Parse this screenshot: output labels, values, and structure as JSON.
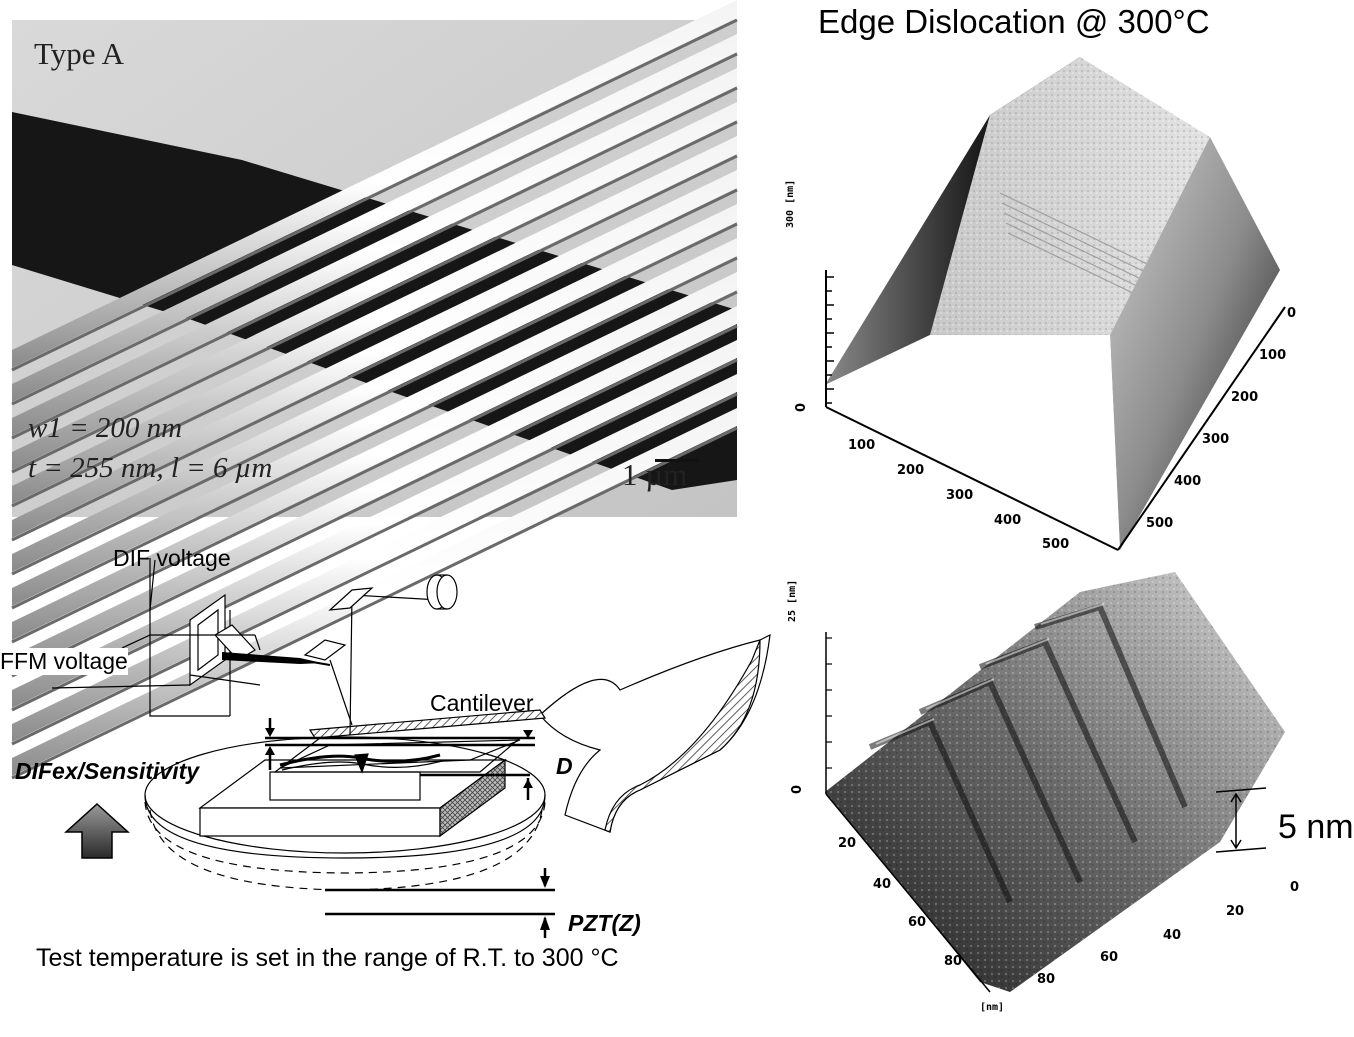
{
  "sem": {
    "type_label": "Type A",
    "w1_label": "w1 = 200 nm",
    "t_label": "t = 255 nm, l = 6 µm",
    "scale_label": "1 µm"
  },
  "afm_top": {
    "title": "Edge Dislocation @ 300°C",
    "z_axis_label": "300 [nm]",
    "z_ticks": [
      "0"
    ],
    "x_ticks": [
      "100",
      "200",
      "300",
      "400",
      "500"
    ],
    "y_ticks": [
      "0",
      "100",
      "200",
      "300",
      "400",
      "500"
    ]
  },
  "afm_bottom": {
    "z_axis_label": "25 [nm]",
    "z_ticks": [
      "0"
    ],
    "x_ticks": [
      "20",
      "40",
      "60",
      "80"
    ],
    "y_ticks": [
      "0",
      "20",
      "40",
      "60",
      "80"
    ],
    "unit_label": "[nm]",
    "step_label": "5 nm"
  },
  "schematic": {
    "dif_voltage": "DIF voltage",
    "ffm_voltage": "FFM voltage",
    "cantilever": "Cantilever",
    "dif_sensitivity": "DIFex/Sensitivity",
    "d_label": "D",
    "pzt_label": "PZT(Z)",
    "footer": "Test temperature is set in the range of R.T. to 300 °C"
  }
}
